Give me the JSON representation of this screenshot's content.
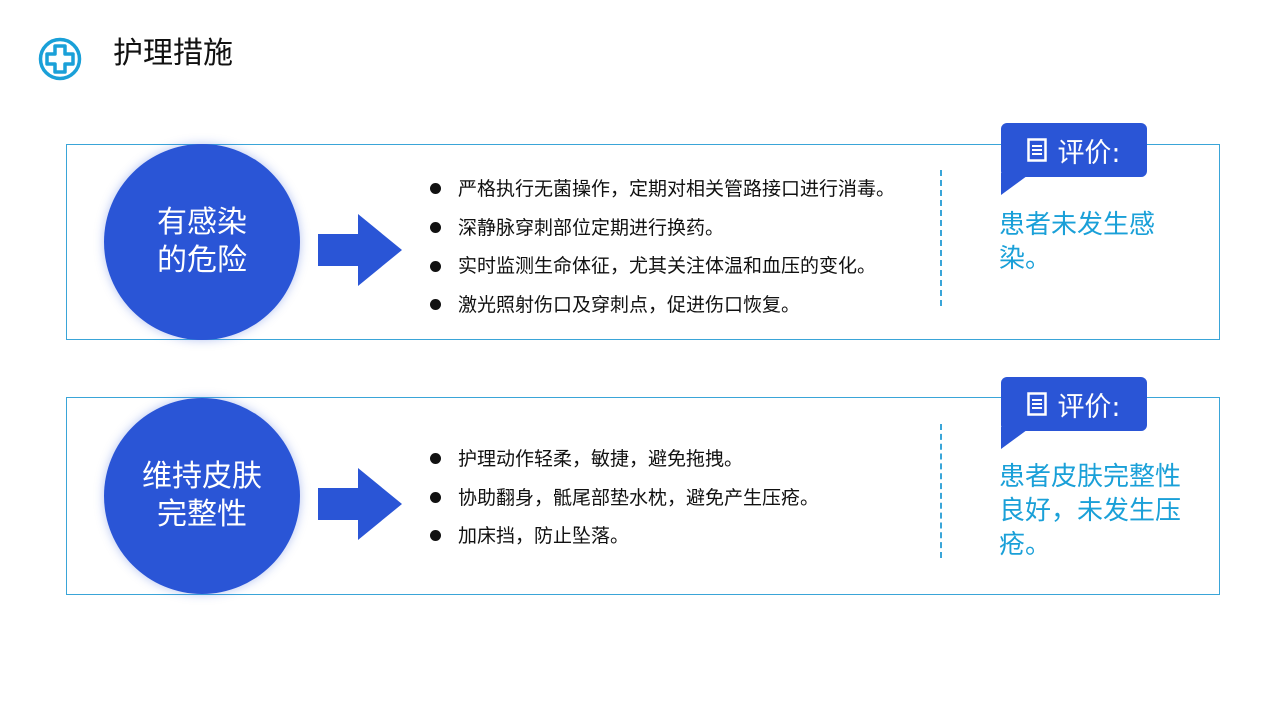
{
  "title": "护理措施",
  "colors": {
    "primary_blue": "#2a55d6",
    "accent_cyan": "#1aa0d8",
    "border": "#3aa5d8"
  },
  "icons": {
    "header": "medical-cross-icon",
    "evaluation": "document-icon",
    "flow": "arrow-right-icon"
  },
  "sections": [
    {
      "topic": "有感染\n的危险",
      "bullets": [
        "严格执行无菌操作，定期对相关管路接口进行消毒。",
        "深静脉穿刺部位定期进行换药。",
        "实时监测生命体征，尤其关注体温和血压的变化。",
        "激光照射伤口及穿刺点，促进伤口恢复。"
      ],
      "evaluation_label": "评价:",
      "evaluation_result": "患者未发生感染。"
    },
    {
      "topic": "维持皮肤\n完整性",
      "bullets": [
        "护理动作轻柔，敏捷，避免拖拽。",
        "协助翻身，骶尾部垫水枕，避免产生压疮。",
        "加床挡，防止坠落。"
      ],
      "evaluation_label": "评价:",
      "evaluation_result": "患者皮肤完整性良好，未发生压疮。"
    }
  ]
}
